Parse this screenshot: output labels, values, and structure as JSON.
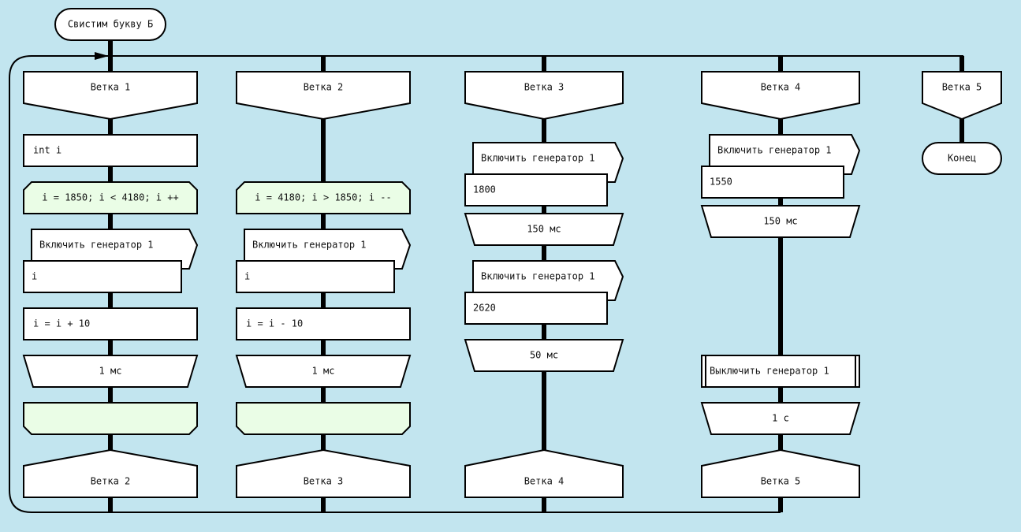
{
  "title": "Свистим букву Б",
  "colors": {
    "background": "#c2e5ef",
    "loop_fill": "#eafde6",
    "block_fill": "#ffffff"
  },
  "branches": [
    {
      "header": "Ветка 1",
      "footer": "Ветка 2",
      "blocks": [
        {
          "type": "action",
          "text": "int i"
        },
        {
          "type": "loop-start",
          "text": "i = 1850; i < 4180; i ++"
        },
        {
          "type": "output",
          "text": "Включить генератор 1",
          "param": "i"
        },
        {
          "type": "action",
          "text": "i = i + 10"
        },
        {
          "type": "delay",
          "text": "1 мс"
        },
        {
          "type": "loop-end",
          "text": ""
        }
      ]
    },
    {
      "header": "Ветка 2",
      "footer": "Ветка 3",
      "blocks": [
        {
          "type": "loop-start",
          "text": "i = 4180; i > 1850; i --"
        },
        {
          "type": "output",
          "text": "Включить генератор 1",
          "param": "i"
        },
        {
          "type": "action",
          "text": "i = i - 10"
        },
        {
          "type": "delay",
          "text": "1 мс"
        },
        {
          "type": "loop-end",
          "text": ""
        }
      ]
    },
    {
      "header": "Ветка 3",
      "footer": "Ветка 4",
      "blocks": [
        {
          "type": "output",
          "text": "Включить генератор 1",
          "param": "1800"
        },
        {
          "type": "delay",
          "text": "150 мс"
        },
        {
          "type": "output",
          "text": "Включить генератор 1",
          "param": "2620"
        },
        {
          "type": "delay",
          "text": "50 мс"
        }
      ]
    },
    {
      "header": "Ветка 4",
      "footer": "Ветка 5",
      "blocks": [
        {
          "type": "output",
          "text": "Включить генератор 1",
          "param": "1550"
        },
        {
          "type": "delay",
          "text": "150 мс"
        },
        {
          "type": "subroutine",
          "text": "Выключить генератор 1"
        },
        {
          "type": "delay",
          "text": "1 с"
        }
      ]
    },
    {
      "header": "Ветка 5",
      "footer": null,
      "blocks": [
        {
          "type": "terminator",
          "text": "Конец"
        }
      ]
    }
  ]
}
